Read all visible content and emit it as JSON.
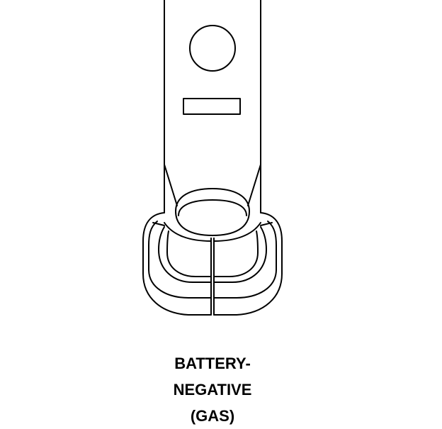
{
  "caption": {
    "line1": "BATTERY-",
    "line2": "NEGATIVE",
    "line3": "(GAS)"
  },
  "colors": {
    "ink": "#000000",
    "paper": "#ffffff"
  }
}
